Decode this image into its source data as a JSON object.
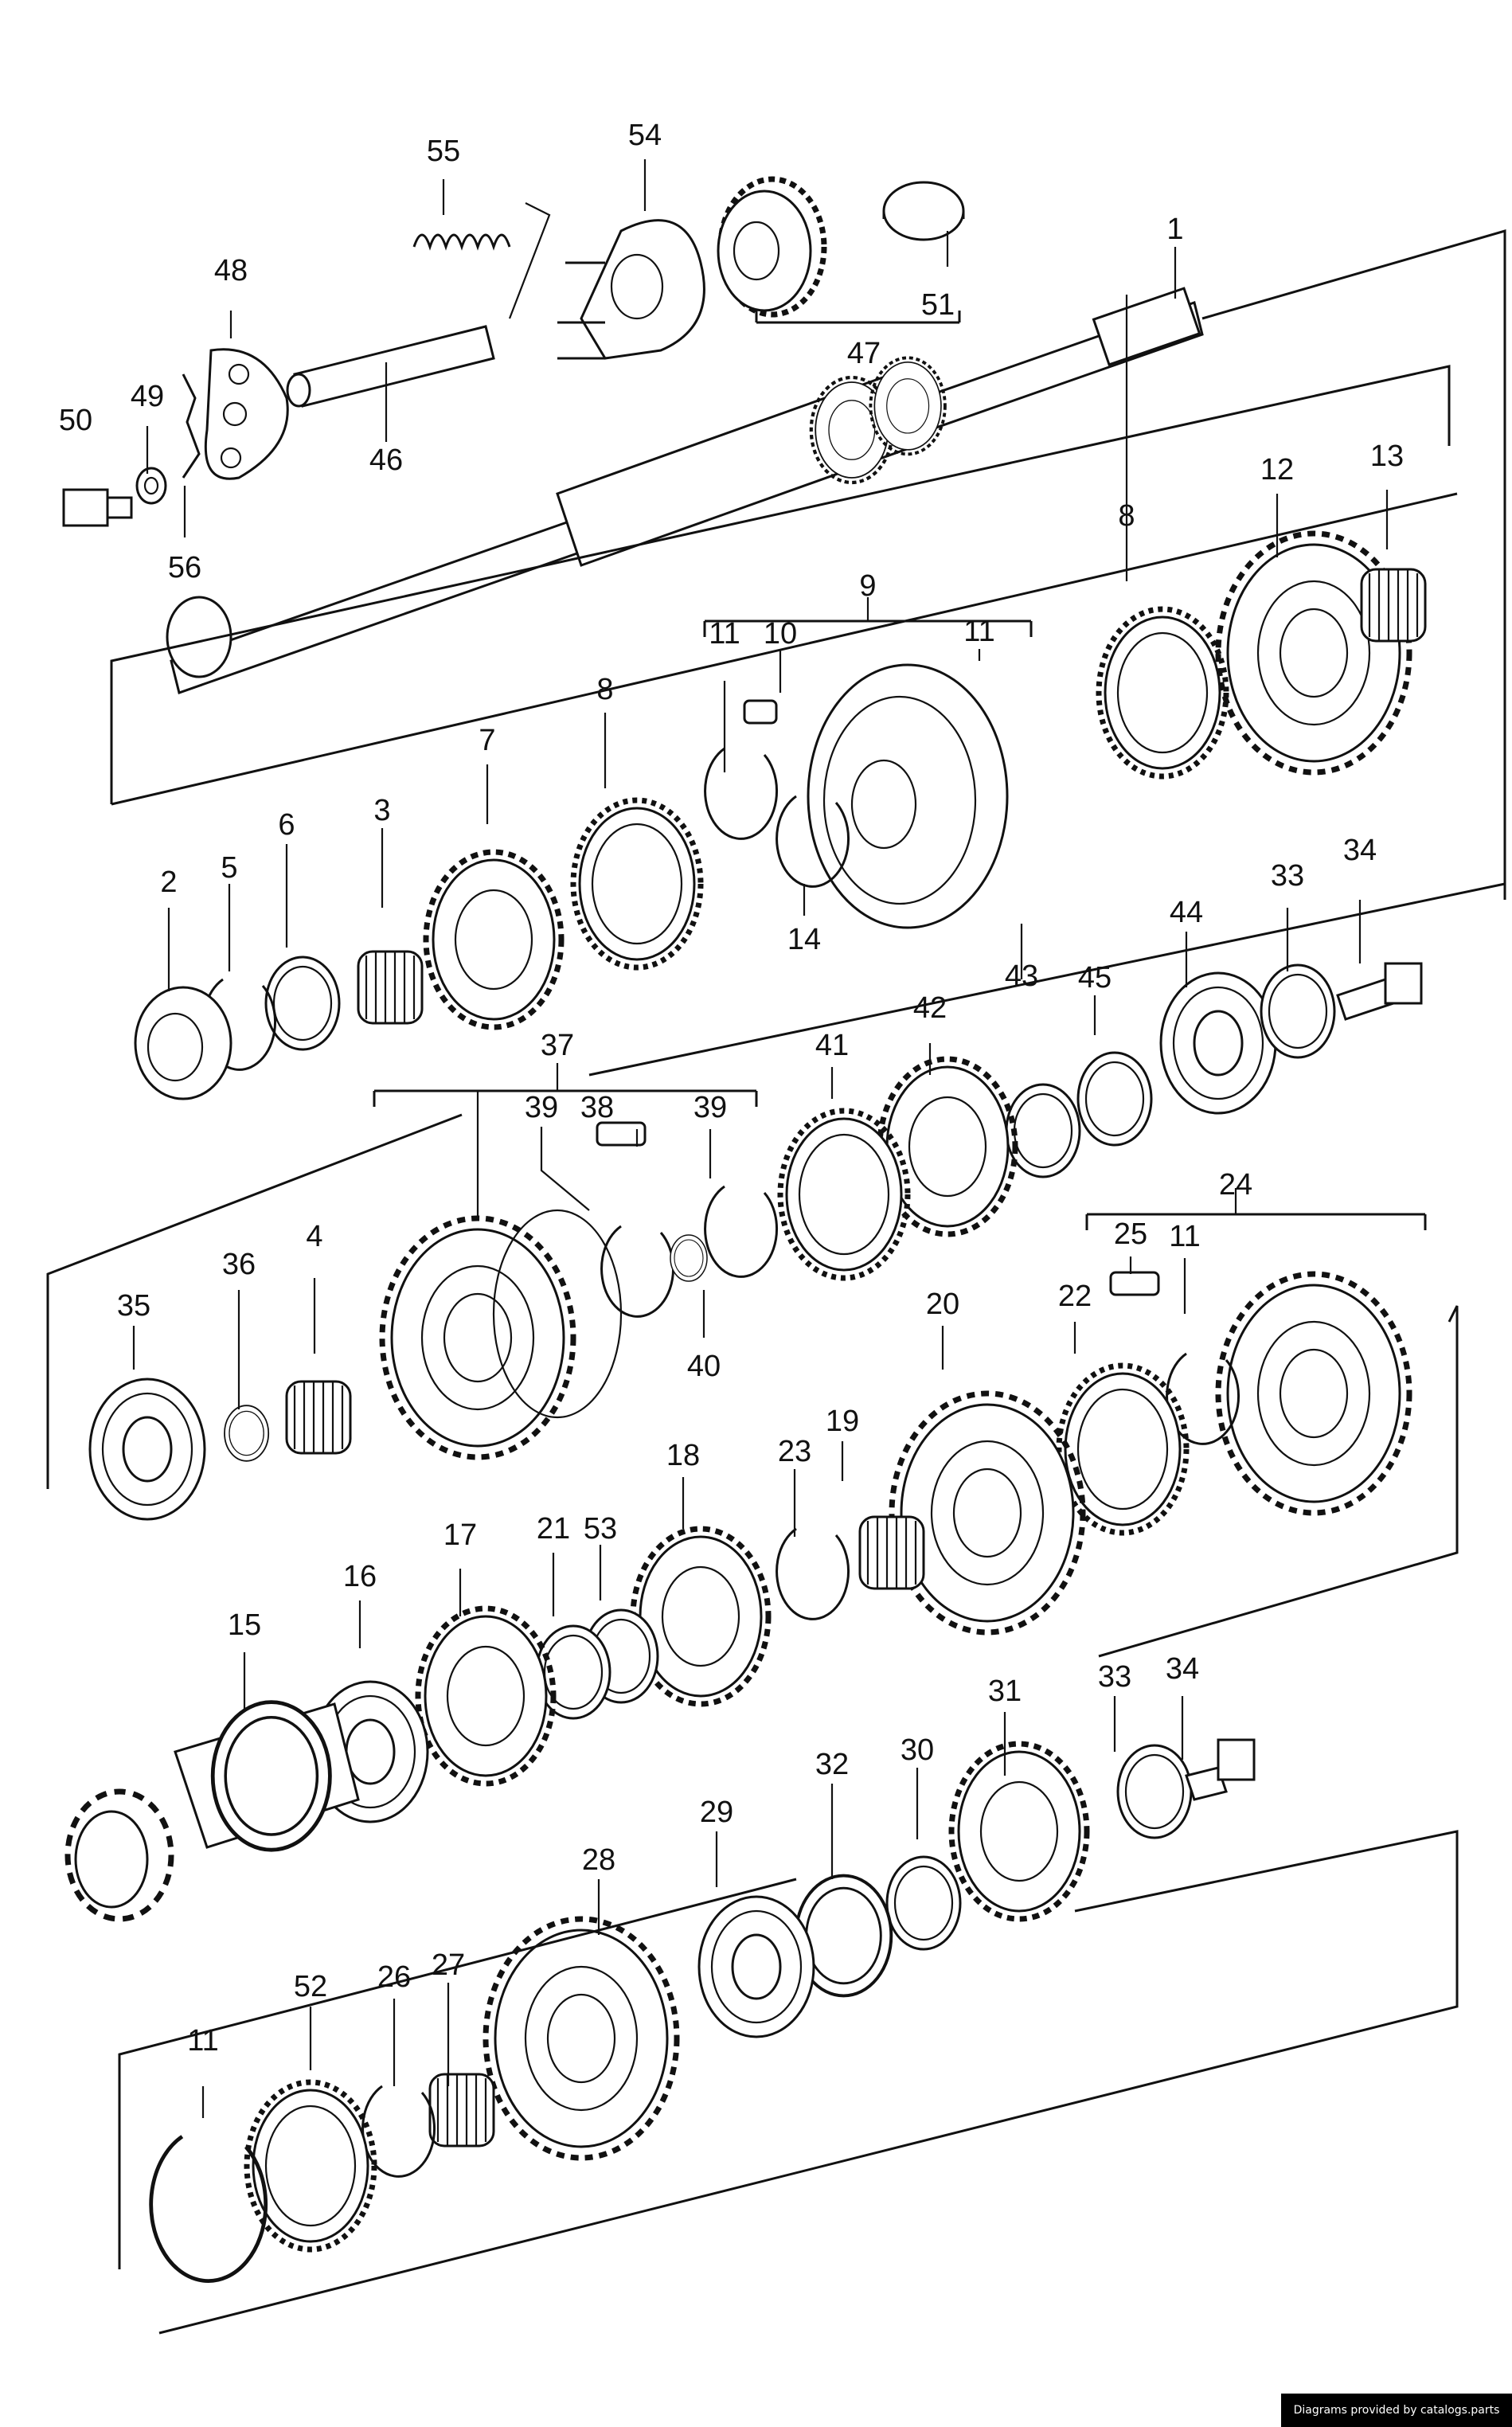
{
  "credit": "Diagrams provided by catalogs.parts",
  "callouts": [
    {
      "id": "1",
      "text": "1"
    },
    {
      "id": "2",
      "text": "2"
    },
    {
      "id": "3",
      "text": "3"
    },
    {
      "id": "4",
      "text": "4"
    },
    {
      "id": "5",
      "text": "5"
    },
    {
      "id": "6",
      "text": "6"
    },
    {
      "id": "7",
      "text": "7"
    },
    {
      "id": "8a",
      "text": "8"
    },
    {
      "id": "8b",
      "text": "8"
    },
    {
      "id": "9",
      "text": "9"
    },
    {
      "id": "10",
      "text": "10"
    },
    {
      "id": "11a",
      "text": "11"
    },
    {
      "id": "11b",
      "text": "11"
    },
    {
      "id": "11c",
      "text": "11"
    },
    {
      "id": "11d",
      "text": "11"
    },
    {
      "id": "12",
      "text": "12"
    },
    {
      "id": "13",
      "text": "13"
    },
    {
      "id": "14",
      "text": "14"
    },
    {
      "id": "15",
      "text": "15"
    },
    {
      "id": "16",
      "text": "16"
    },
    {
      "id": "17",
      "text": "17"
    },
    {
      "id": "18",
      "text": "18"
    },
    {
      "id": "19",
      "text": "19"
    },
    {
      "id": "20",
      "text": "20"
    },
    {
      "id": "21",
      "text": "21"
    },
    {
      "id": "22",
      "text": "22"
    },
    {
      "id": "23",
      "text": "23"
    },
    {
      "id": "24",
      "text": "24"
    },
    {
      "id": "25",
      "text": "25"
    },
    {
      "id": "26",
      "text": "26"
    },
    {
      "id": "27",
      "text": "27"
    },
    {
      "id": "28",
      "text": "28"
    },
    {
      "id": "29",
      "text": "29"
    },
    {
      "id": "30",
      "text": "30"
    },
    {
      "id": "31",
      "text": "31"
    },
    {
      "id": "32",
      "text": "32"
    },
    {
      "id": "33a",
      "text": "33"
    },
    {
      "id": "33b",
      "text": "33"
    },
    {
      "id": "34a",
      "text": "34"
    },
    {
      "id": "34b",
      "text": "34"
    },
    {
      "id": "35",
      "text": "35"
    },
    {
      "id": "36",
      "text": "36"
    },
    {
      "id": "37",
      "text": "37"
    },
    {
      "id": "38",
      "text": "38"
    },
    {
      "id": "39a",
      "text": "39"
    },
    {
      "id": "39b",
      "text": "39"
    },
    {
      "id": "40",
      "text": "40"
    },
    {
      "id": "41",
      "text": "41"
    },
    {
      "id": "42",
      "text": "42"
    },
    {
      "id": "43",
      "text": "43"
    },
    {
      "id": "44",
      "text": "44"
    },
    {
      "id": "45",
      "text": "45"
    },
    {
      "id": "46",
      "text": "46"
    },
    {
      "id": "47",
      "text": "47"
    },
    {
      "id": "48",
      "text": "48"
    },
    {
      "id": "49",
      "text": "49"
    },
    {
      "id": "50",
      "text": "50"
    },
    {
      "id": "51",
      "text": "51"
    },
    {
      "id": "52",
      "text": "52"
    },
    {
      "id": "53",
      "text": "53"
    },
    {
      "id": "54",
      "text": "54"
    },
    {
      "id": "55",
      "text": "55"
    },
    {
      "id": "56",
      "text": "56"
    }
  ]
}
